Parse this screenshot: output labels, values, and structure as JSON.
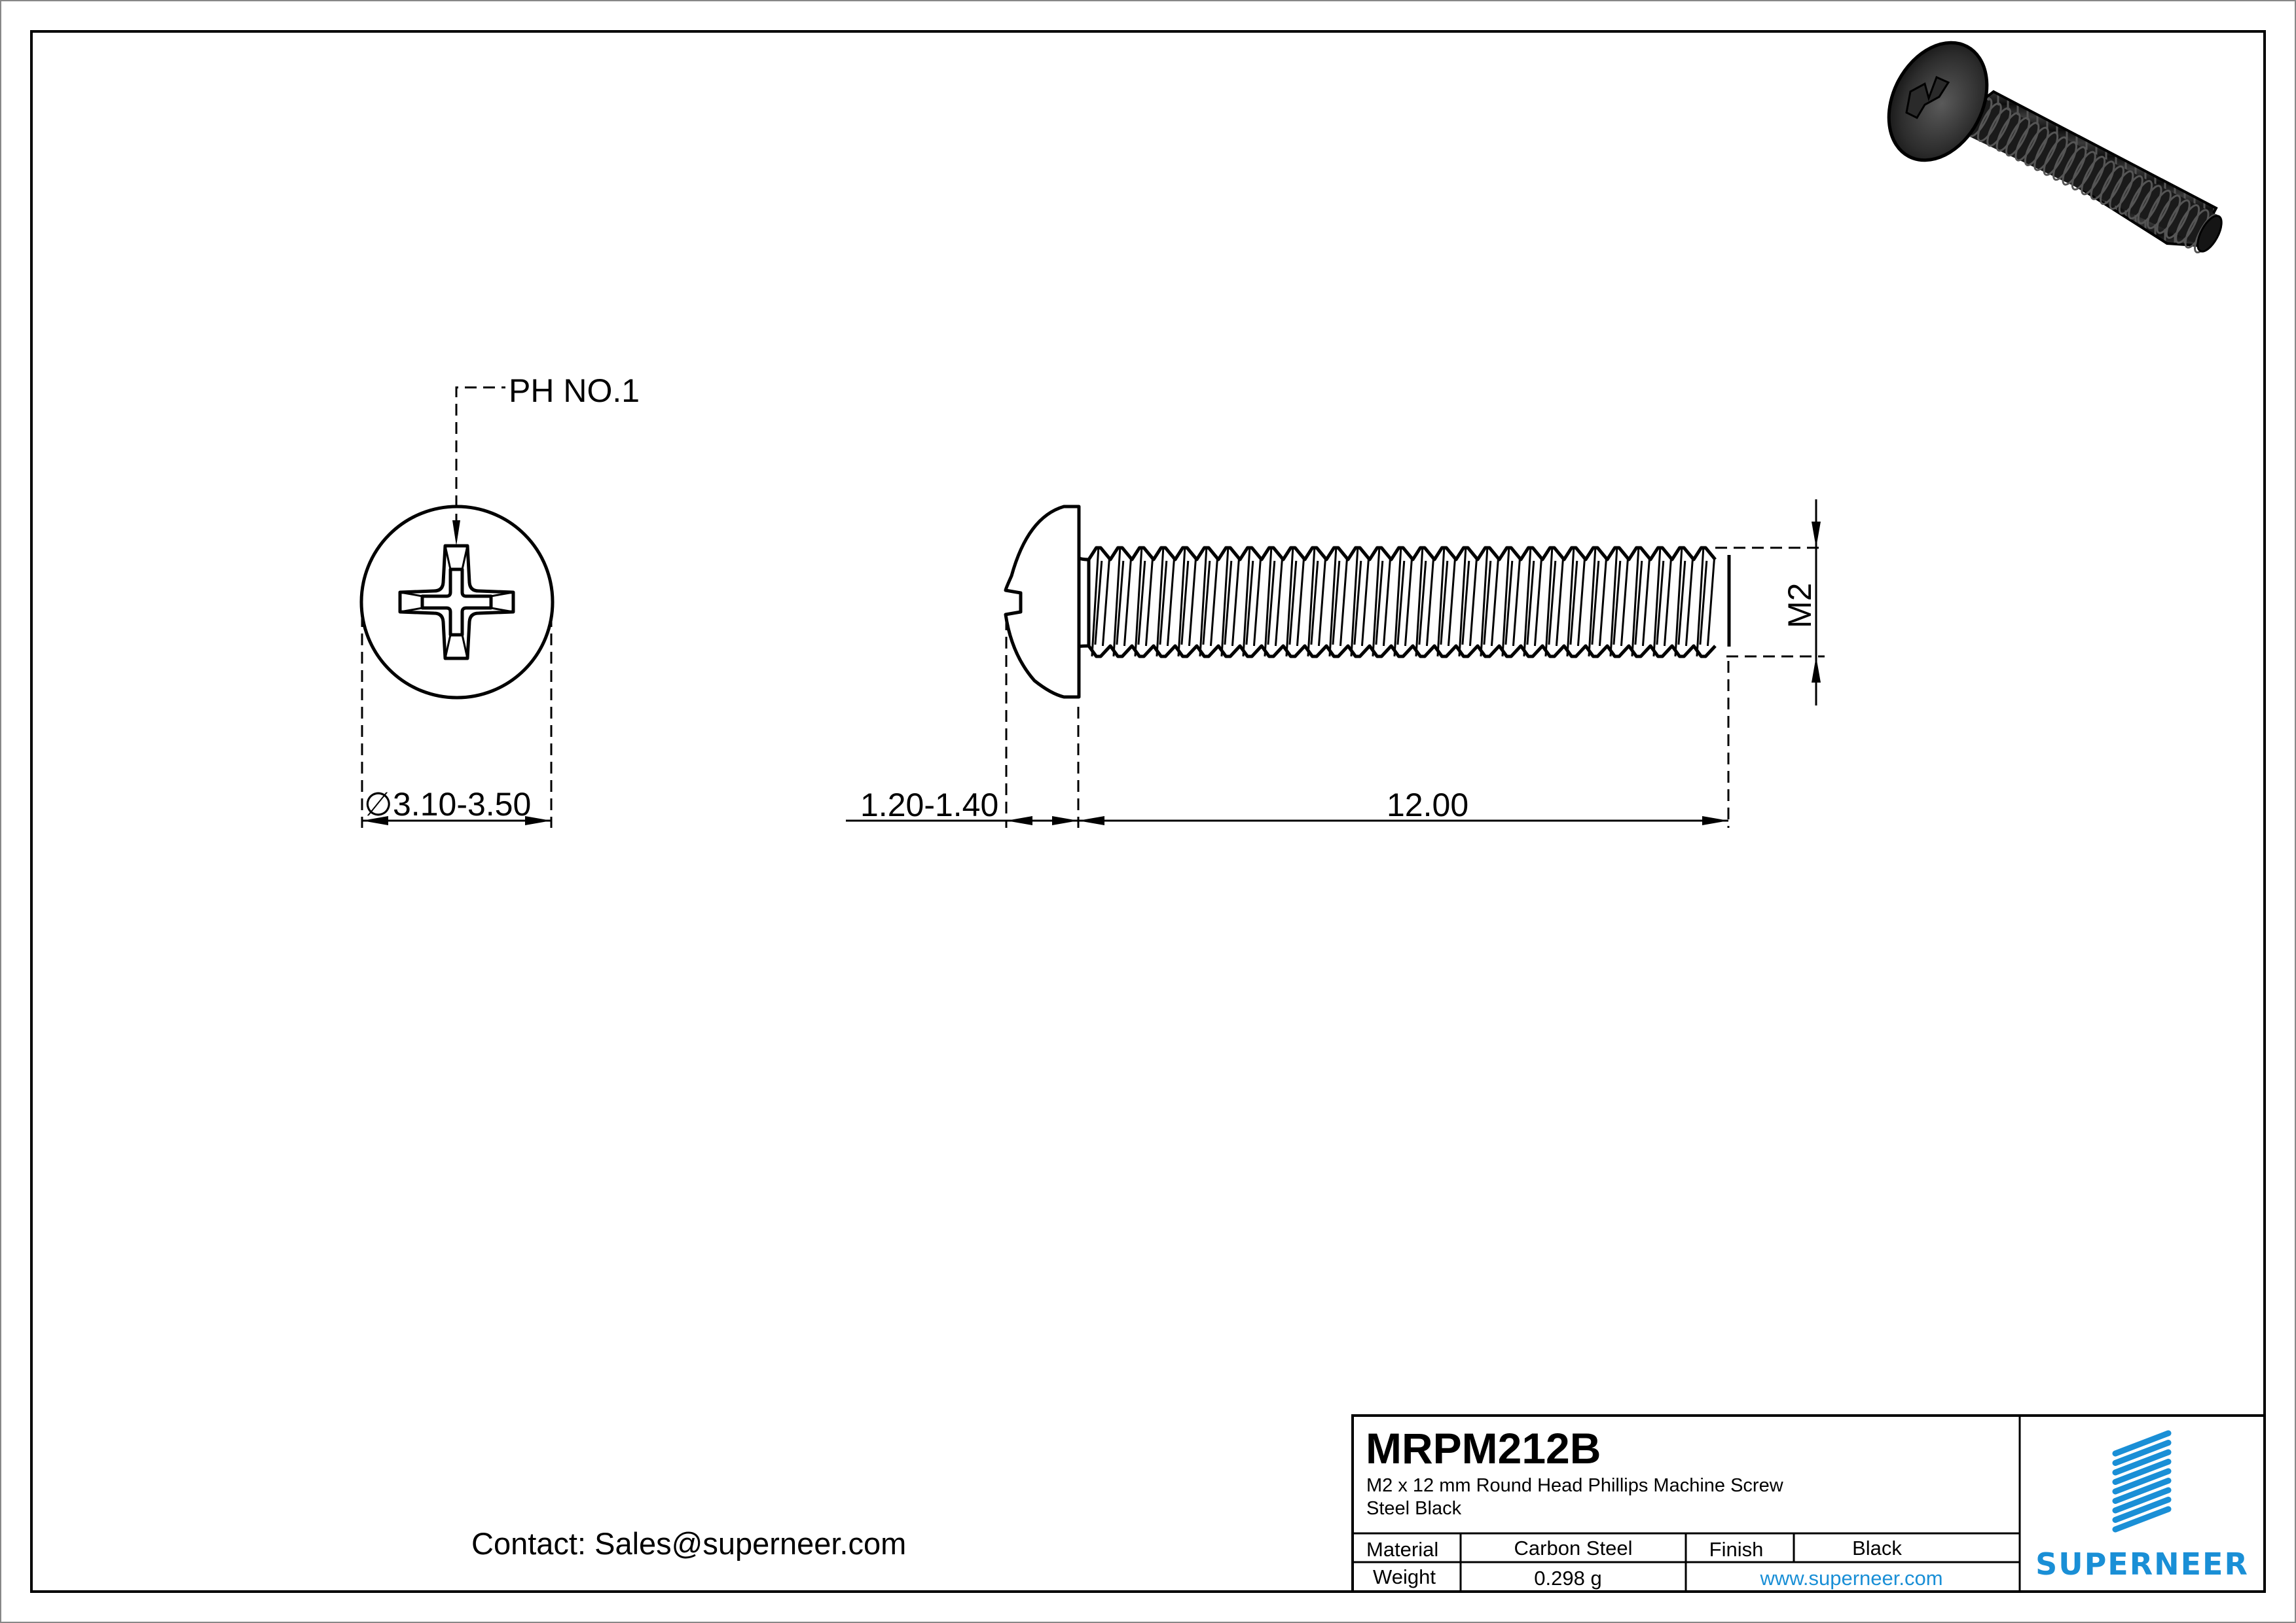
{
  "drawing": {
    "callouts": {
      "recess": "PH NO.1",
      "head_diameter": "3.10-3.50",
      "diameter_symbol": "∅",
      "head_height": "1.20-1.40",
      "length": "12.00",
      "thread_size": "M2"
    },
    "views": [
      "top-view-head",
      "side-view",
      "isometric-3d-view"
    ]
  },
  "contact": "Contact: Sales@superneer.com",
  "title_block": {
    "part_number": "MRPM212B",
    "description_line1": "M2 x 12 mm Round Head Phillips Machine Screw",
    "description_line2": "Steel Black",
    "material_label": "Material",
    "material_value": "Carbon Steel",
    "finish_label": "Finish",
    "finish_value": "Black",
    "weight_label": "Weight",
    "weight_value": "0.298 g",
    "website": "www.superneer.com",
    "brand": "SUPERNEER",
    "brand_color": "#1a8fd6"
  }
}
